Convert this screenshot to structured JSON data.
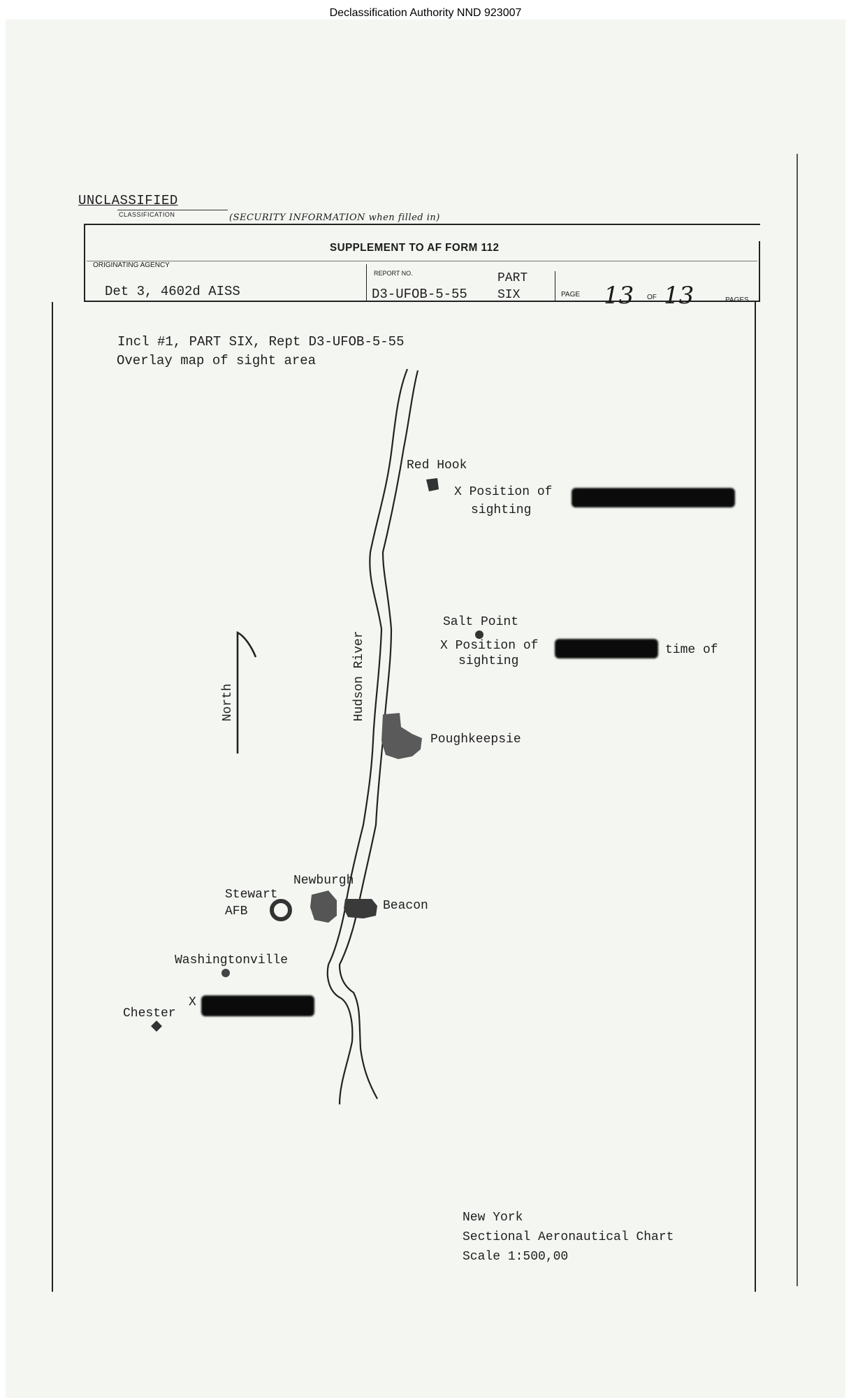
{
  "header": {
    "declassification": "Declassification Authority NND 923007"
  },
  "classification": {
    "marking": "UNCLASSIFIED",
    "caption": "CLASSIFICATION",
    "security_note": "(SECURITY INFORMATION when filled in)"
  },
  "form": {
    "title": "SUPPLEMENT TO AF FORM 112",
    "originating_agency_label": "ORIGINATING AGENCY",
    "originating_agency": "Det 3, 4602d AISS",
    "report_no_label": "REPORT NO.",
    "report_no": "D3-UFOB-5-55",
    "part_label": "PART",
    "part": "SIX",
    "page_label": "PAGE",
    "page": "13",
    "of_label": "OF",
    "total_pages": "13",
    "pages_label": "PAGES"
  },
  "inclosure": {
    "line1": "Incl #1, PART SIX, Rept D3-UFOB-5-55",
    "line2": "Overlay map of sight area"
  },
  "map": {
    "north_label": "North",
    "river_label": "Hudson River",
    "places": {
      "red_hook": "Red Hook",
      "salt_point": "Salt Point",
      "poughkeepsie": "Poughkeepsie",
      "newburgh": "Newburgh",
      "beacon": "Beacon",
      "stewart": "Stewart",
      "afb": "AFB",
      "washingtonville": "Washingtonville",
      "chester": "Chester"
    },
    "annotations": {
      "pos1_line1": "X Position of",
      "pos1_line2": "sighting",
      "pos2_line1": "X Position of",
      "pos2_time": "time of",
      "pos2_line2": "sighting",
      "chester_x": "X"
    }
  },
  "legend": {
    "line1": "New York",
    "line2": "Sectional Aeronautical Chart",
    "line3": "Scale 1:500,00"
  }
}
